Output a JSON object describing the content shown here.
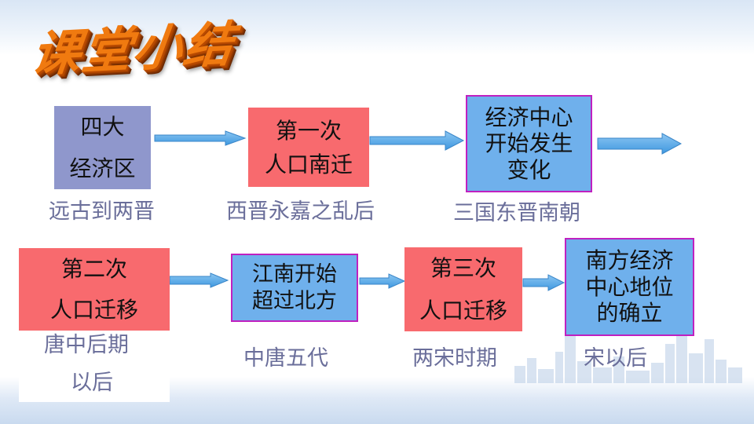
{
  "slide": {
    "title": "课堂小结",
    "colors": {
      "blue_box": "#6fb0ec",
      "red_box": "#f86a6e",
      "purple_box": "#8f97cc",
      "border": "#c020c0",
      "arrow": "#5aaeea",
      "caption": "#6a6e9a"
    }
  },
  "row1": {
    "box1": {
      "line1": "四大",
      "line2": "经济区",
      "caption": "远古到两晋"
    },
    "box2": {
      "line1": "第一次",
      "line2": "人口南迁",
      "caption": "西晋永嘉之乱后"
    },
    "box3": {
      "line1": "经济中心",
      "line2": "开始发生",
      "line3": "变化",
      "caption": "三国东晋南朝"
    }
  },
  "row2": {
    "box1": {
      "line1": "第二次",
      "line2": "人口迁移",
      "caption_line1": "唐中后期",
      "caption_line2": "以后"
    },
    "box2": {
      "line1": "江南开始",
      "line2": "超过北方",
      "caption": "中唐五代"
    },
    "box3": {
      "line1": "第三次",
      "line2": "人口迁移",
      "caption": "两宋时期"
    },
    "box4": {
      "line1": "南方经济",
      "line2": "中心地位",
      "line3": "的确立",
      "caption": "宋以后"
    }
  }
}
